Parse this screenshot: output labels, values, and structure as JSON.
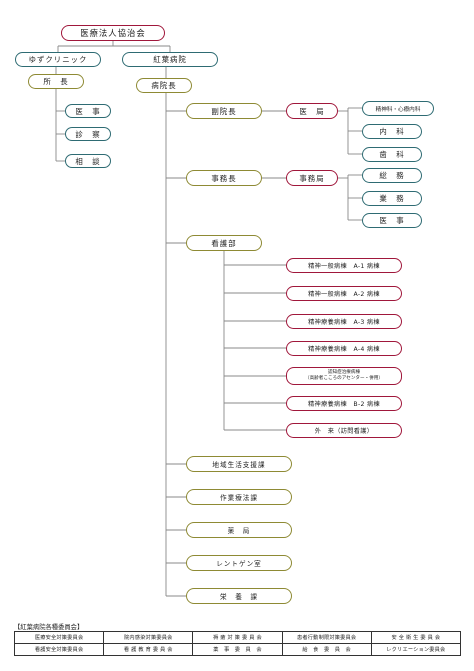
{
  "org": {
    "corporation": "医療法人協治会",
    "clinic": {
      "name": "ゆずクリニック",
      "director": "所　長",
      "units": [
        "医　事",
        "診　察",
        "相　談"
      ]
    },
    "hospital": {
      "name": "紅葉病院",
      "director": "病院長",
      "vice_director": "副院長",
      "medical_bureau": "医　局",
      "medical_units": [
        "精神科・心療内科",
        "内　科",
        "歯　科"
      ],
      "admin_head": "事務長",
      "admin_bureau": "事務局",
      "admin_units": [
        "総　務",
        "業　務",
        "医　事"
      ],
      "nursing": "看護部",
      "wards": [
        {
          "name": "精神一般病棟　A-1 病棟"
        },
        {
          "name": "精神一般病棟　A-2 病棟"
        },
        {
          "name": "精神療養病棟　A-3 病棟"
        },
        {
          "name": "精神療養病棟　A-4 病棟"
        },
        {
          "name": "認知症治療病棟",
          "sub": "（高齢者こころのアセンター・併用）"
        },
        {
          "name": "精神療養病棟　B-2 病棟"
        },
        {
          "name": "外　来（訪問看護）"
        }
      ],
      "support": [
        "地域生活支援課",
        "作業療法課",
        "薬　局",
        "レントゲン室",
        "栄　養　課"
      ]
    }
  },
  "committees": {
    "caption": "【紅葉病院各種委員会】",
    "rows": [
      [
        "医療安全対策委員会",
        "院内感染対策委員会",
        "褥 瘡 対 策 委 員 会",
        "患者行動制限対策委員会",
        "安 全 衛 生 委 員 会"
      ],
      [
        "看護安全対策委員会",
        "看 護 教 育 委 員 会",
        "薬　事　委　員　会",
        "給　食　委　員　会",
        "レクリエーション委員会"
      ]
    ]
  },
  "colors": {
    "red": "#a0173b",
    "olive": "#8e8a34",
    "teal": "#2e6b73",
    "line": "#888888"
  }
}
